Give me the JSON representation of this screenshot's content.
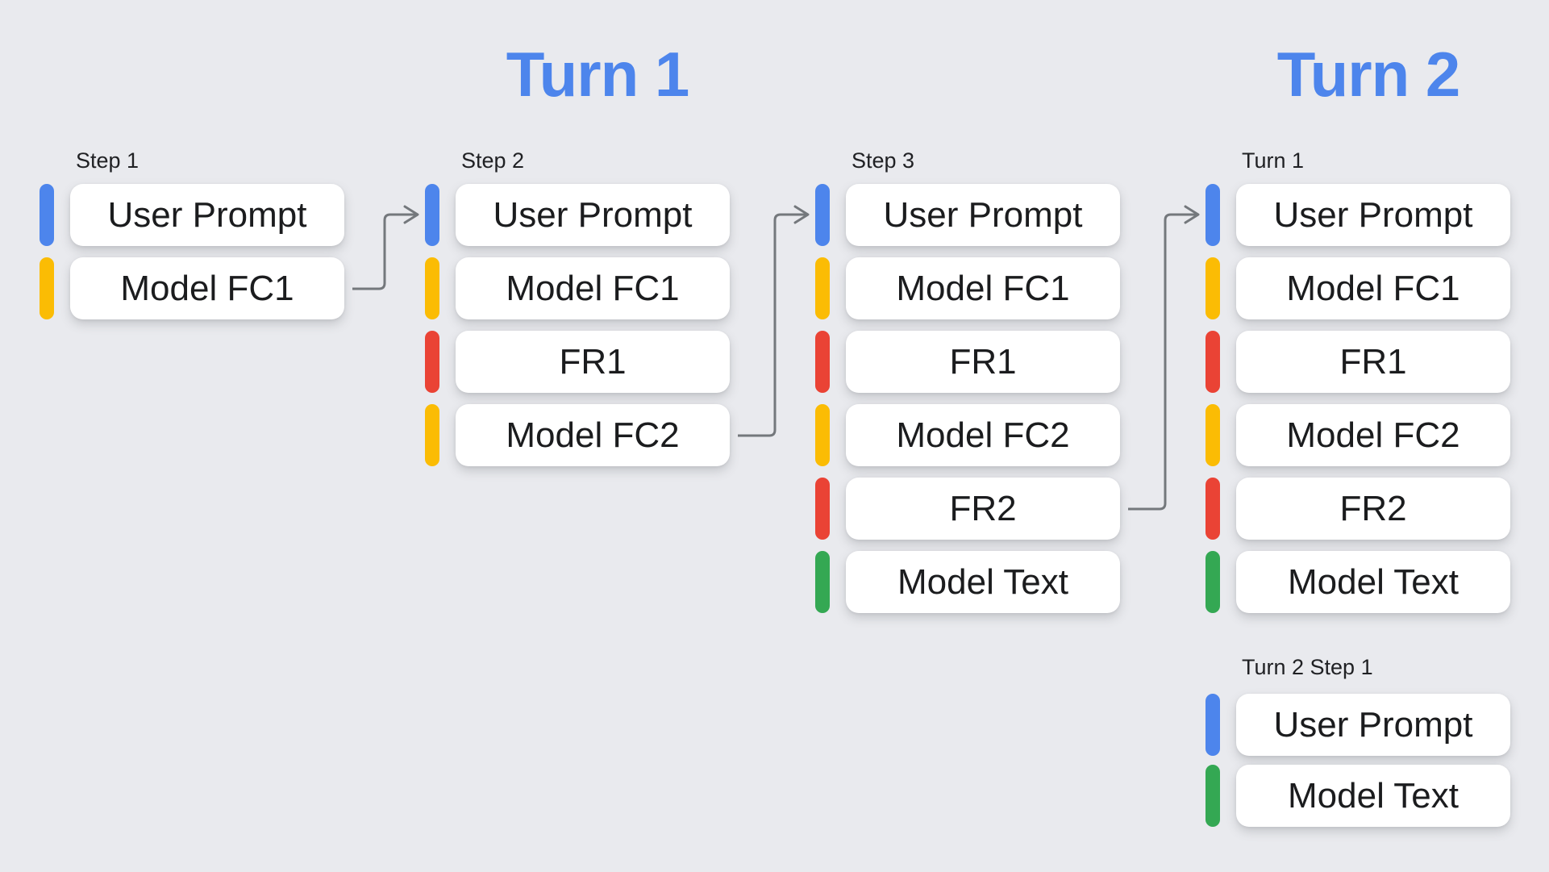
{
  "headers": [
    {
      "label": "Turn 1"
    },
    {
      "label": "Turn 2"
    }
  ],
  "palette": {
    "background": "#e9eaee",
    "header_blue": "#4d85ec",
    "card_text": "#1b1c1e",
    "label_text": "#202124",
    "arrow_gray": "#74787c",
    "blue": "#4d85ec",
    "yellow": "#fbbc04",
    "red": "#ea4335",
    "green": "#34a853"
  },
  "type_colors": {
    "user_prompt": "blue",
    "model_function_call": "yellow",
    "function_response": "red",
    "model_text": "green"
  },
  "columns": [
    {
      "label": "Step 1",
      "cards": [
        {
          "label": "User Prompt",
          "type": "user_prompt"
        },
        {
          "label": "Model FC1",
          "type": "model_function_call"
        }
      ]
    },
    {
      "label": "Step 2",
      "cards": [
        {
          "label": "User Prompt",
          "type": "user_prompt"
        },
        {
          "label": "Model FC1",
          "type": "model_function_call"
        },
        {
          "label": "FR1",
          "type": "function_response"
        },
        {
          "label": "Model FC2",
          "type": "model_function_call"
        }
      ]
    },
    {
      "label": "Step 3",
      "cards": [
        {
          "label": "User Prompt",
          "type": "user_prompt"
        },
        {
          "label": "Model FC1",
          "type": "model_function_call"
        },
        {
          "label": "FR1",
          "type": "function_response"
        },
        {
          "label": "Model FC2",
          "type": "model_function_call"
        },
        {
          "label": "FR2",
          "type": "function_response"
        },
        {
          "label": "Model Text",
          "type": "model_text"
        }
      ]
    },
    {
      "label": "Turn 1",
      "cards": [
        {
          "label": "User Prompt",
          "type": "user_prompt"
        },
        {
          "label": "Model FC1",
          "type": "model_function_call"
        },
        {
          "label": "FR1",
          "type": "function_response"
        },
        {
          "label": "Model FC2",
          "type": "model_function_call"
        },
        {
          "label": "FR2",
          "type": "function_response"
        },
        {
          "label": "Model Text",
          "type": "model_text"
        }
      ]
    },
    {
      "label": "Turn 2 Step 1",
      "cards": [
        {
          "label": "User Prompt",
          "type": "user_prompt"
        },
        {
          "label": "Model Text",
          "type": "model_text"
        }
      ]
    }
  ],
  "arrows": [
    {
      "from_col": 0,
      "from_row": 1,
      "to_col": 1
    },
    {
      "from_col": 1,
      "from_row": 3,
      "to_col": 2
    },
    {
      "from_col": 2,
      "from_row": 4,
      "to_col": 3
    }
  ]
}
